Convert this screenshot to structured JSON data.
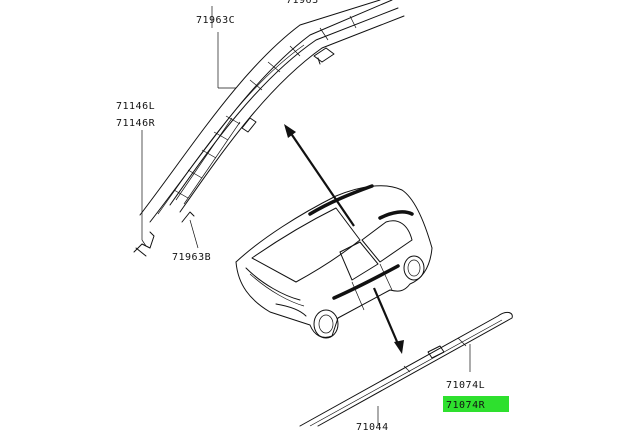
{
  "part_labels": {
    "top_cut": "71963",
    "moulding_upper": "71963C",
    "moulding_left_1": "71146L",
    "moulding_left_2": "71146R",
    "clip_lower": "71963B",
    "side_left": "71074L",
    "side_right": "71074R",
    "bottom_cut": "71044"
  },
  "highlight": {
    "part": "71074R",
    "color": "#2ee02e"
  }
}
